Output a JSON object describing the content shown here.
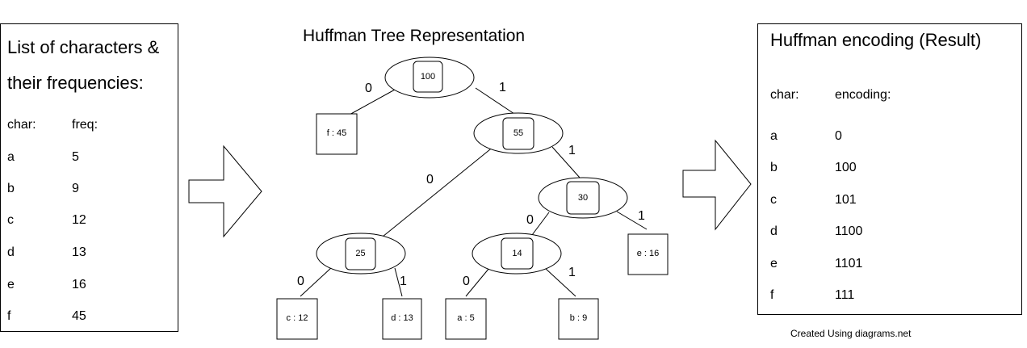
{
  "left_panel": {
    "title_line1": "List of characters &",
    "title_line2": "their frequencies:",
    "col_char": "char:",
    "col_freq": "freq:",
    "rows": [
      {
        "char": "a",
        "freq": "5"
      },
      {
        "char": "b",
        "freq": "9"
      },
      {
        "char": "c",
        "freq": "12"
      },
      {
        "char": "d",
        "freq": "13"
      },
      {
        "char": "e",
        "freq": "16"
      },
      {
        "char": "f",
        "freq": "45"
      }
    ]
  },
  "tree": {
    "title": "Huffman Tree Representation",
    "internal_nodes": [
      "100",
      "55",
      "30",
      "25",
      "14"
    ],
    "leaves": [
      "f : 45",
      "e : 16",
      "c : 12",
      "d : 13",
      "a : 5",
      "b : 9"
    ],
    "edge_labels": [
      "0",
      "1",
      "1",
      "0",
      "0",
      "1",
      "0",
      "1",
      "0",
      "1"
    ]
  },
  "right_panel": {
    "title": "Huffman encoding (Result)",
    "col_char": "char:",
    "col_encoding": "encoding:",
    "rows": [
      {
        "char": "a",
        "code": "0"
      },
      {
        "char": "b",
        "code": "100"
      },
      {
        "char": "c",
        "code": "101"
      },
      {
        "char": "d",
        "code": "1100"
      },
      {
        "char": "e",
        "code": "1101"
      },
      {
        "char": "f",
        "code": "111"
      }
    ]
  },
  "footer": "Created Using diagrams.net"
}
